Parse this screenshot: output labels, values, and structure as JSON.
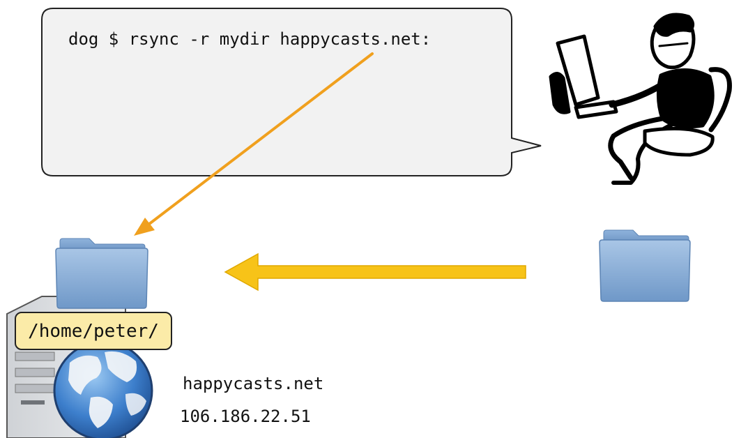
{
  "speech_bubble": {
    "command": "dog $ rsync -r mydir happycasts.net:"
  },
  "server": {
    "path": "/home/peter/",
    "hostname": "happycasts.net",
    "ip": "106.186.22.51"
  },
  "icons": {
    "user": "person-at-computer-icon",
    "local_folder": "folder-icon",
    "remote_folder": "folder-icon",
    "server": "server-tower-icon",
    "globe": "globe-icon"
  },
  "colors": {
    "transfer_arrow": "#f7c318",
    "pointer_arrow": "#f0a01e",
    "folder": "#8fb3dc",
    "label_bg": "#fbeba8"
  }
}
